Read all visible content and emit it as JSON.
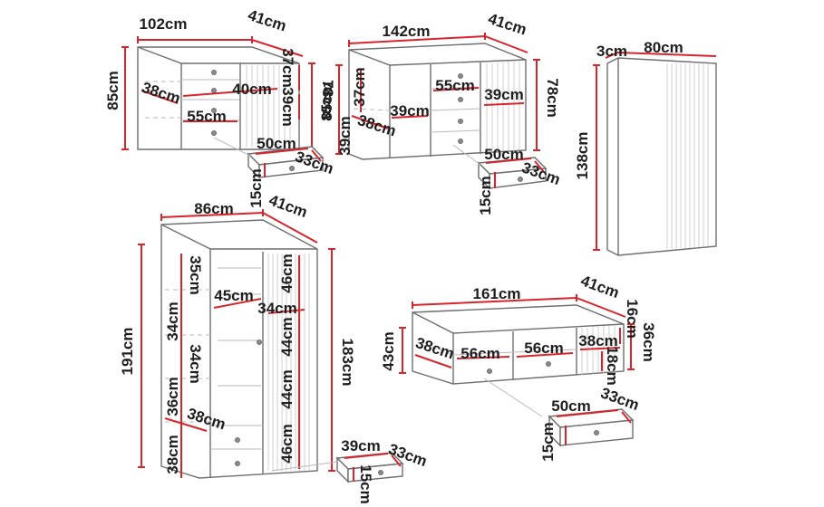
{
  "colors": {
    "dimension_line": "#d6252b",
    "outline": "#6e6e6e",
    "text": "#1e1e1e"
  },
  "labels": {
    "c1_w": "102cm",
    "c1_d": "41cm",
    "c1_h": "85cm",
    "c1_h2": "78cm",
    "c1_s38": "38cm",
    "c1_d40": "40cm",
    "c1_a37": "37cm",
    "c1_a39": "39cm",
    "c1_w55": "55cm",
    "c1_dw": "50cm",
    "c1_dd": "33cm",
    "c1_dh": "15cm",
    "c2_w": "142cm",
    "c2_d": "41cm",
    "c2_h": "85cm",
    "c2_h2": "78cm",
    "c2_a37": "37cm",
    "c2_a39l": "39cm",
    "c2_s38": "38cm",
    "c2_m39": "39cm",
    "c2_w55": "55cm",
    "c2_r39": "39cm",
    "c2_dw": "50cm",
    "c2_dd": "33cm",
    "c2_dh": "15cm",
    "p_d": "3cm",
    "p_w": "80cm",
    "p_h": "138cm",
    "w_w": "86cm",
    "w_d": "41cm",
    "w_hl": "191cm",
    "w_hr": "183cm",
    "w_35": "35cm",
    "w_34a": "34cm",
    "w_34b": "34cm",
    "w_36": "36cm",
    "w_38b": "38cm",
    "w_45": "45cm",
    "w_34c": "34cm",
    "w_46a": "46cm",
    "w_44a": "44cm",
    "w_44b": "44cm",
    "w_46b": "46cm",
    "w_38s": "38cm",
    "w_dw": "39cm",
    "w_dd": "33cm",
    "w_dh": "15cm",
    "t_w": "161cm",
    "t_d": "41cm",
    "t_h": "43cm",
    "t_s38": "38cm",
    "t_56a": "56cm",
    "t_56b": "56cm",
    "t_38r": "38cm",
    "t_16": "16cm",
    "t_36": "36cm",
    "t_18": "18cm",
    "t_dw": "50cm",
    "t_dd": "33cm",
    "t_dh": "15cm"
  }
}
